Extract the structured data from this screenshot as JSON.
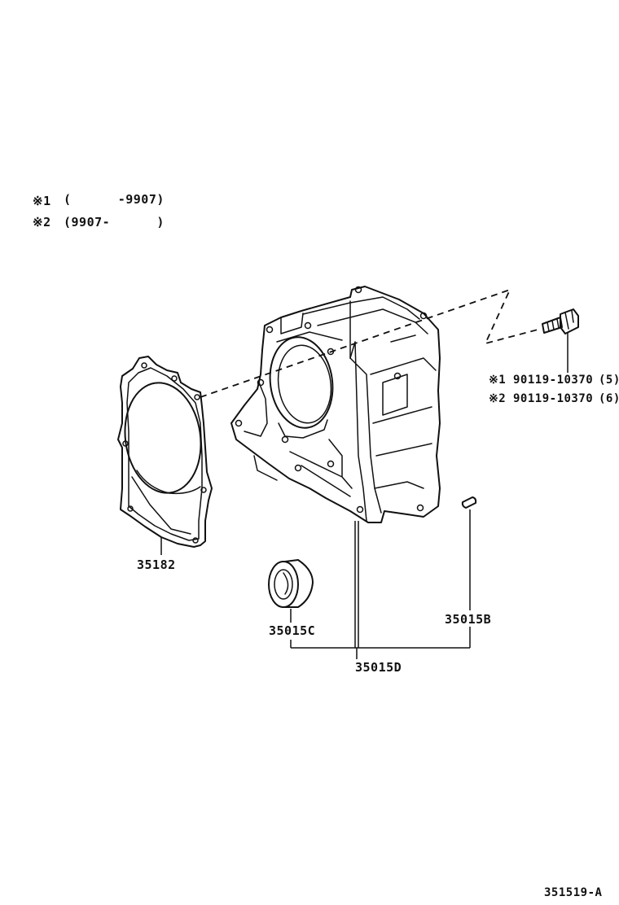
{
  "notes": [
    {
      "mark": "※1",
      "range": "(      -9907)"
    },
    {
      "mark": "※2",
      "range": "(9907-      )"
    }
  ],
  "bolt_callouts": [
    {
      "mark": "※1",
      "part": "90119-10370",
      "qty": "(5)"
    },
    {
      "mark": "※2",
      "part": "90119-10370",
      "qty": "(6)"
    }
  ],
  "parts": {
    "gasket": "35182",
    "oil_seal": "35015C",
    "pin": "35015B",
    "assembly": "35015D"
  },
  "figure_code": "351519-A"
}
